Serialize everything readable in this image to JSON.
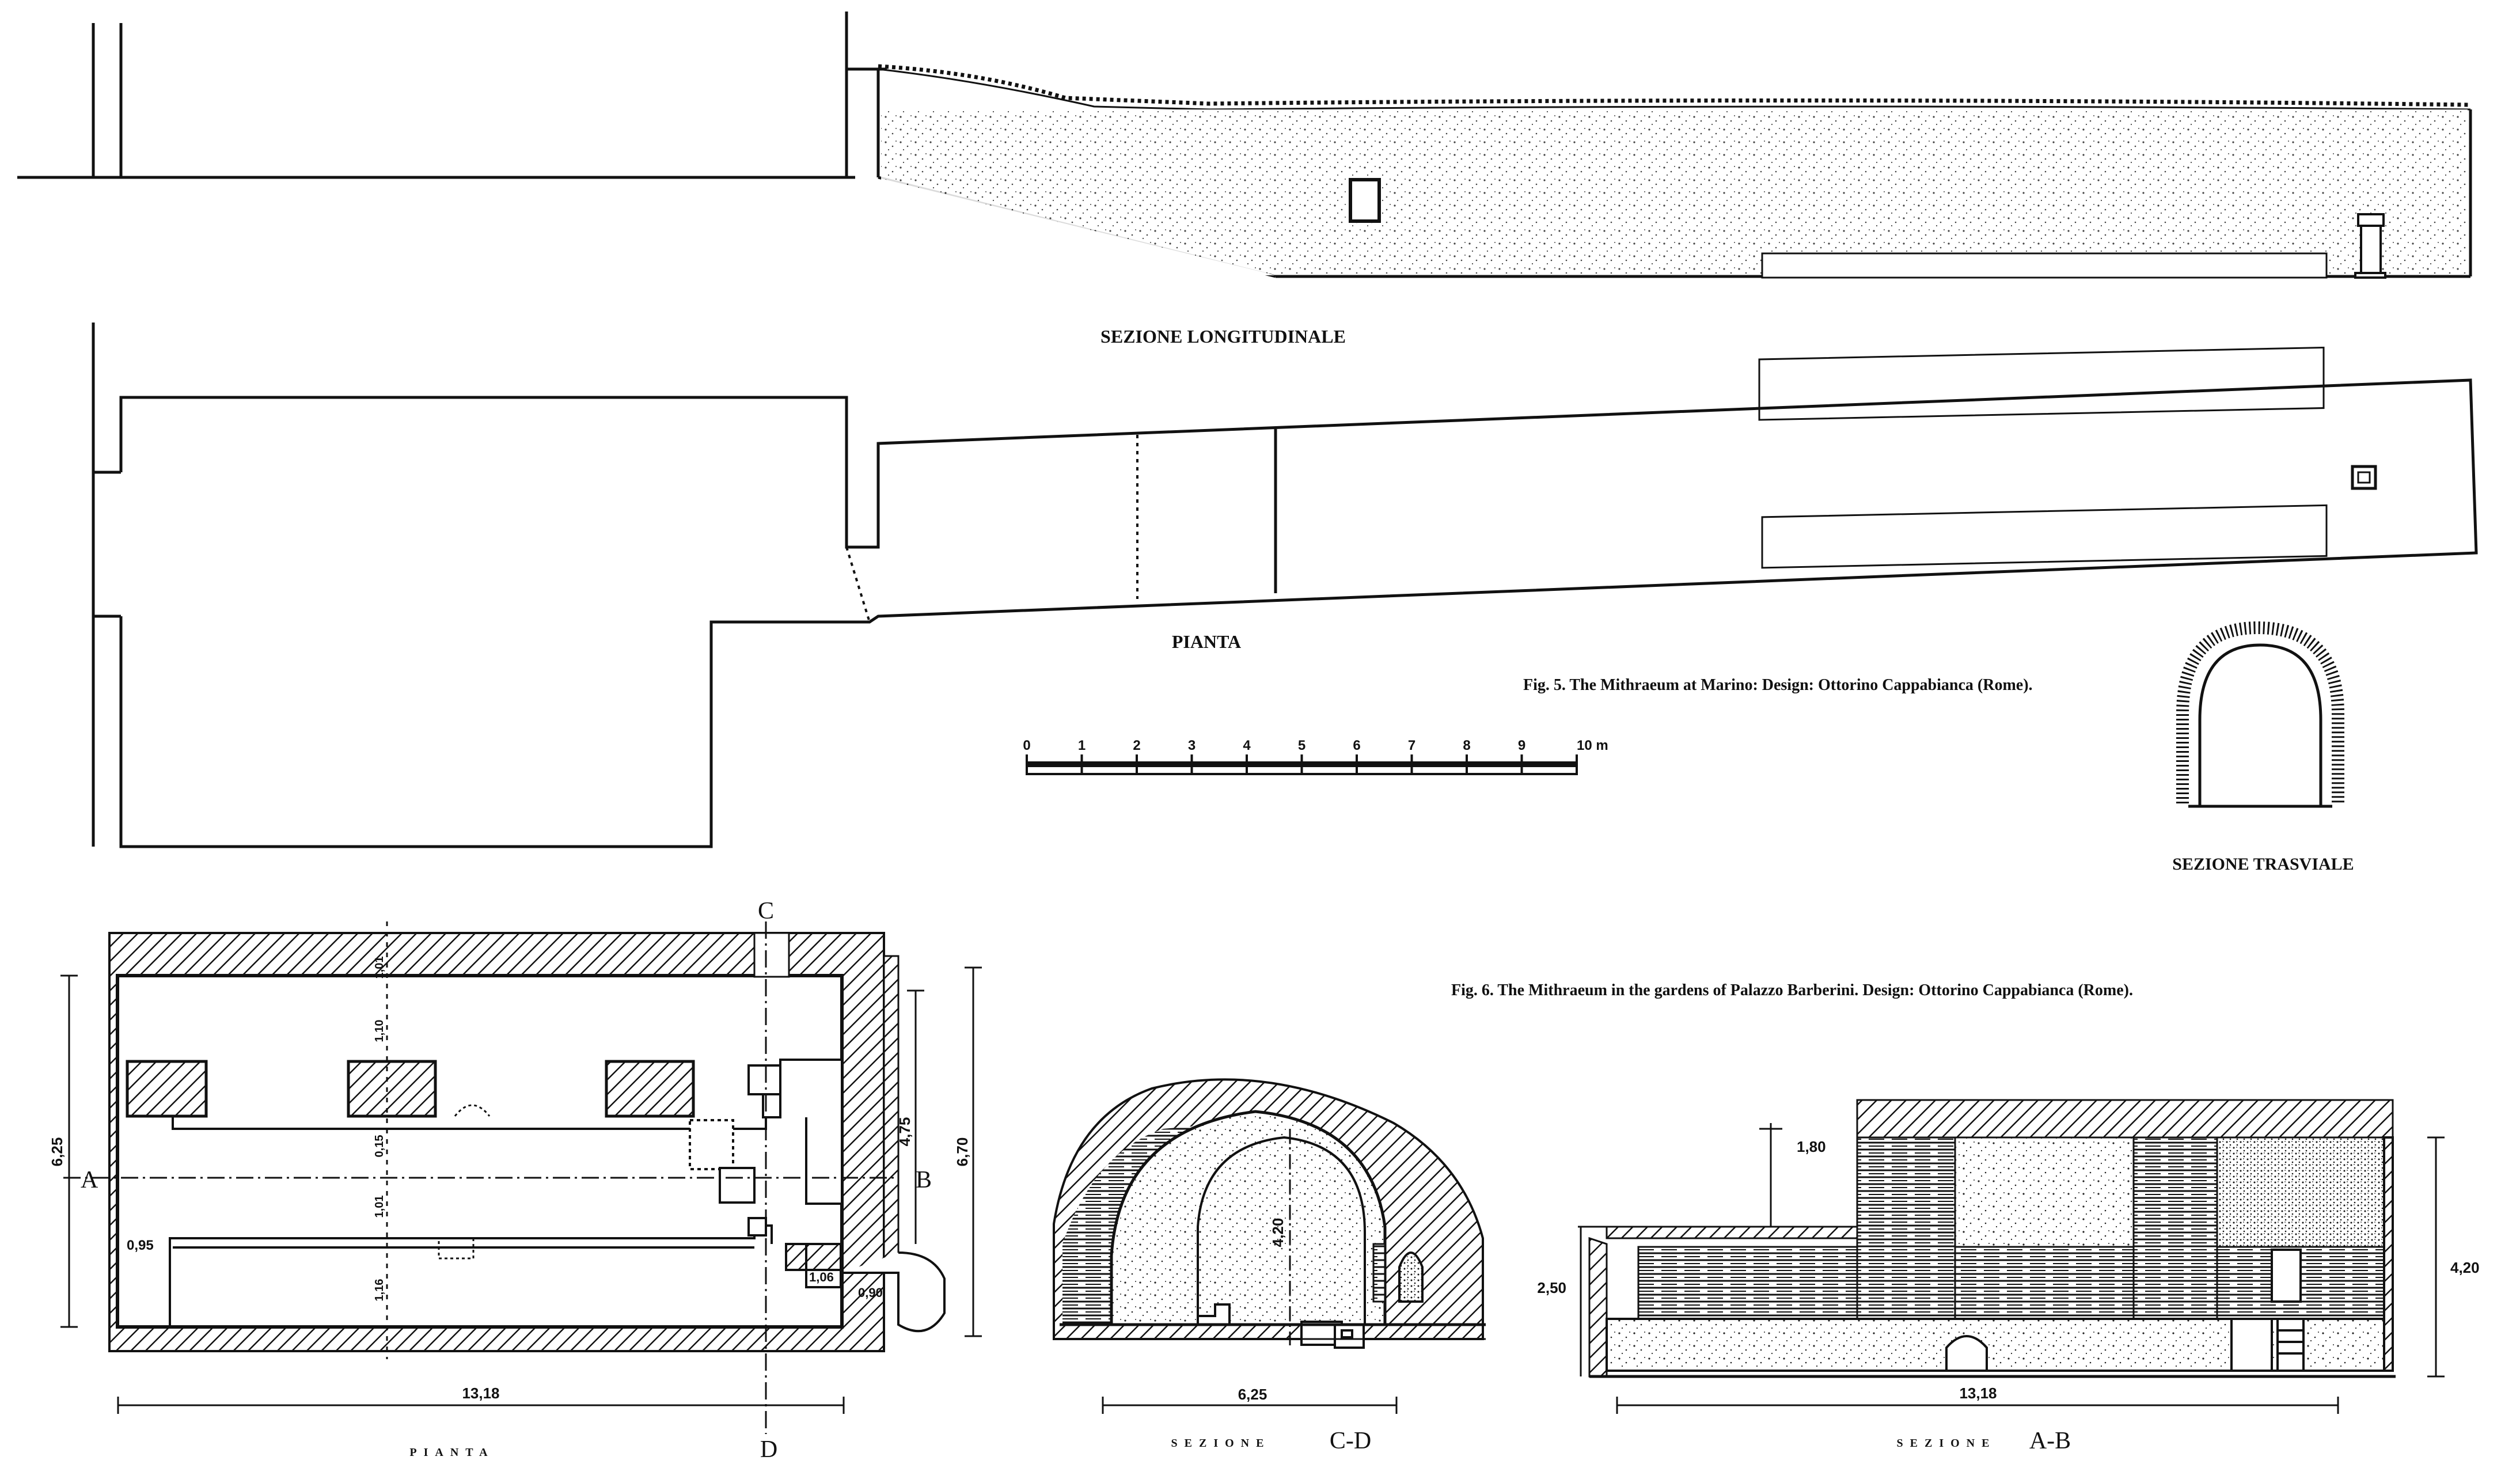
{
  "fig5": {
    "caption": "Fig. 5. The Mithraeum at Marino: Design: Ottorino Cappabianca (Rome).",
    "section_long_title": "SEZIONE LONGITUDINALE",
    "plan_title": "PIANTA",
    "section_trans_title": "SEZIONE TRASVIALE",
    "scale_ticks": [
      "0",
      "1",
      "2",
      "3",
      "4",
      "5",
      "6",
      "7",
      "8",
      "9",
      "10 m"
    ]
  },
  "fig6": {
    "caption": "Fig. 6. The Mithraeum in the gardens of Palazzo Barberini. Design: Ottorino Cappabianca (Rome).",
    "plan_title": "PIANTA",
    "section_cd_word": "SEZIONE",
    "section_cd_code": "C-D",
    "section_ab_word": "SEZIONE",
    "section_ab_code": "A-B",
    "letters": {
      "a": "A",
      "b": "B",
      "c": "C",
      "d": "D"
    },
    "dims": {
      "plan_width": "13,18",
      "plan_height": "6,25",
      "plan_height_right": "6,70",
      "inner_475": "4,75",
      "bench_width": "0,95",
      "step_106": "1,06",
      "step_090": "0,90",
      "bench_a": "1,01",
      "bench_b": "1,10",
      "bench_c": "0,15",
      "bench_d": "1,01",
      "bench_e": "1,16",
      "cd_width": "6,25",
      "cd_height": "4,20",
      "ab_width": "13,18",
      "ab_height": "4,20",
      "ab_left_h": "2,50",
      "ab_top": "1,80"
    }
  }
}
